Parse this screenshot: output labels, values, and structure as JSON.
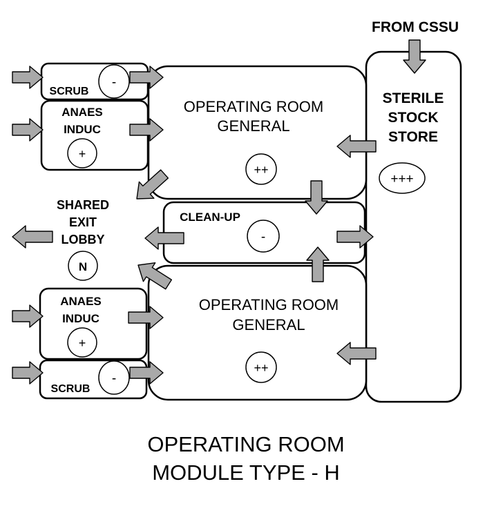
{
  "header": {
    "from_label": "FROM CSSU"
  },
  "rooms": {
    "sterile": {
      "lines": [
        "STERILE",
        "STOCK",
        "STORE"
      ],
      "marker": "+++"
    },
    "or_top": {
      "lines": [
        "OPERATING ROOM",
        "GENERAL"
      ],
      "marker": "++"
    },
    "or_bottom": {
      "lines": [
        "OPERATING ROOM",
        "GENERAL"
      ],
      "marker": "++"
    },
    "scrub_top": {
      "label": "SCRUB",
      "marker": "-"
    },
    "anaes_top": {
      "lines": [
        "ANAES",
        "INDUC"
      ],
      "marker": "+"
    },
    "cleanup": {
      "label": "CLEAN-UP",
      "marker": "-"
    },
    "exit_lobby": {
      "lines": [
        "SHARED",
        "EXIT",
        "LOBBY"
      ],
      "marker": "N"
    },
    "anaes_bottom": {
      "lines": [
        "ANAES",
        "INDUC"
      ],
      "marker": "+"
    },
    "scrub_bottom": {
      "label": "SCRUB",
      "marker": "-"
    }
  },
  "caption": {
    "line1": "OPERATING ROOM",
    "line2": "MODULE TYPE - H"
  },
  "colors": {
    "arrow_fill": "#a9a9a9",
    "outline": "#000000",
    "background": "#ffffff"
  }
}
